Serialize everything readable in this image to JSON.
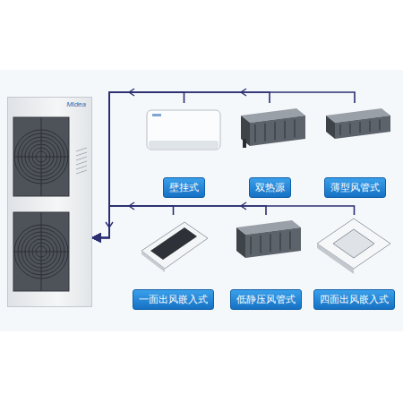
{
  "diagram": {
    "nodes": [
      {
        "text": [
          "Midea"
        ]
      },
      {
        "text": [
          "壁挂式"
        ]
      },
      {
        "text": [
          "双热源"
        ]
      },
      {
        "text": [
          "薄型风管式"
        ]
      },
      {
        "text": [
          "一面出风嵌入式"
        ]
      },
      {
        "text": [
          "低静压风管式"
        ]
      },
      {
        "text": [
          "四面出风嵌入式"
        ]
      }
    ],
    "edges": [
      {
        "from": 1,
        "to": 0,
        "arrow": "to"
      },
      {
        "from": 2,
        "to": 0,
        "arrow": "to"
      },
      {
        "from": 3,
        "to": 0,
        "arrow": "to"
      },
      {
        "from": 4,
        "to": 0,
        "arrow": "to"
      },
      {
        "from": 5,
        "to": 0,
        "arrow": "to"
      },
      {
        "from": 6,
        "to": 0,
        "arrow": "to"
      }
    ]
  }
}
